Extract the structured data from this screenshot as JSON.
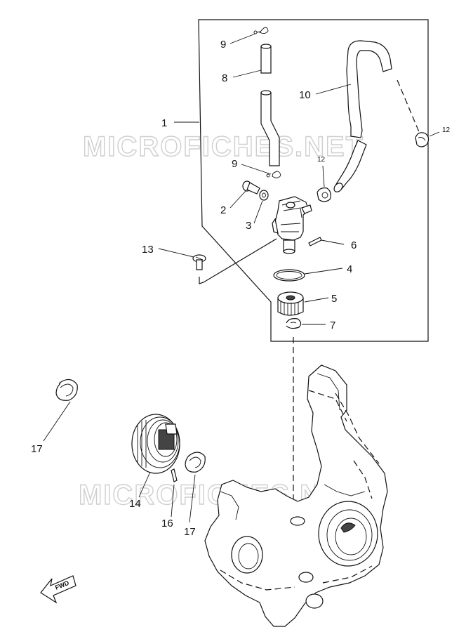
{
  "watermarks": [
    "MICROFICHES.NET",
    "MICROFICHES.NET"
  ],
  "direction_label": "FWD",
  "callouts": {
    "c1": "1",
    "c2": "2",
    "c3": "3",
    "c4": "4",
    "c5": "5",
    "c6": "6",
    "c7": "7",
    "c8": "8",
    "c9a": "9",
    "c9b": "9",
    "c10": "10",
    "c12a": "12",
    "c12b": "12",
    "c13": "13",
    "c14": "14",
    "c16": "16",
    "c17a": "17",
    "c17b": "17"
  }
}
